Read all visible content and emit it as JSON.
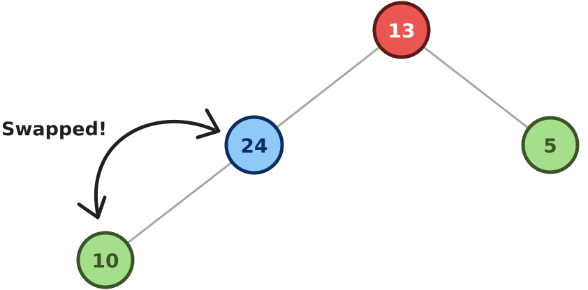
{
  "colors": {
    "edge": "#a6a6a6",
    "arrow": "#1f1f1f",
    "red_fill": "#ea5651",
    "red_stroke": "#5e1919",
    "red_text": "#ffffff",
    "blue_fill": "#8ec9f8",
    "blue_stroke": "#0d2c61",
    "blue_text": "#0d2c61",
    "green_fill": "#a6df8b",
    "green_stroke": "#3a5327",
    "green_text": "#3a5327"
  },
  "tree": {
    "nodes": [
      {
        "id": "root",
        "label": "13",
        "color": "red"
      },
      {
        "id": "left",
        "label": "24",
        "color": "blue"
      },
      {
        "id": "right",
        "label": "5",
        "color": "green"
      },
      {
        "id": "leftleft",
        "label": "10",
        "color": "green"
      }
    ],
    "edges": [
      {
        "from": "root",
        "to": "left"
      },
      {
        "from": "root",
        "to": "right"
      },
      {
        "from": "left",
        "to": "leftleft"
      }
    ]
  },
  "annotation": {
    "text": "Swapped!"
  }
}
